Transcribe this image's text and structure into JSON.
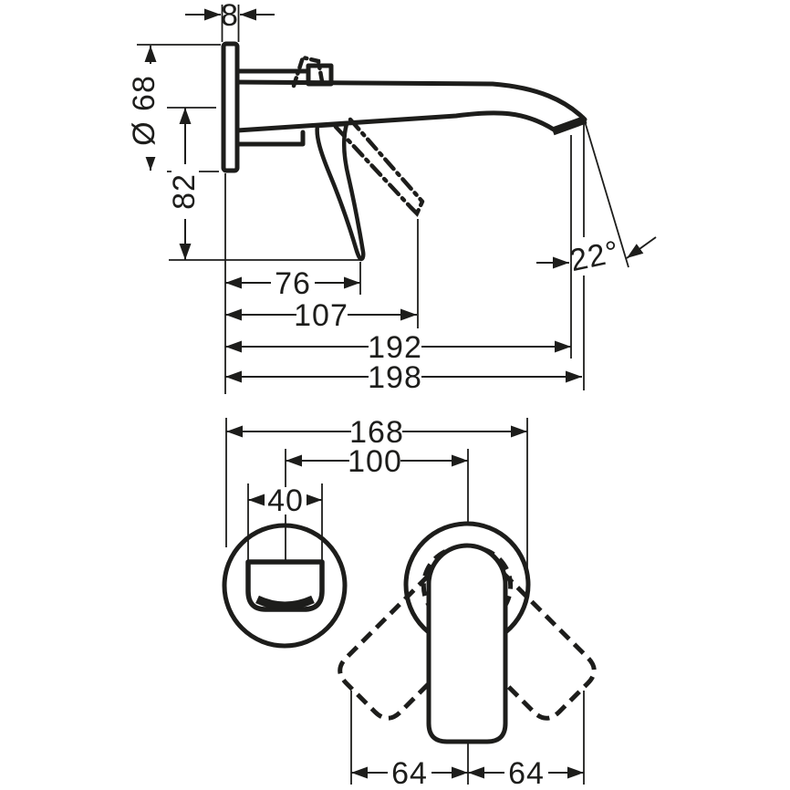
{
  "page": {
    "background": "#ffffff",
    "line_color": "#1d1d1b",
    "description": "Technical dimension drawing of a wall-mounted single-lever basin mixer, side elevation and bottom view"
  },
  "side_view": {
    "name": "side-elevation",
    "dims": {
      "plate_thickness": "8",
      "escutcheon_diameter": "Ø 68",
      "lever_drop": "82",
      "lever_projection": "76",
      "lever_open_projection": "107",
      "outlet_projection": "192",
      "total_projection": "198",
      "spout_angle": "22°"
    }
  },
  "bottom_view": {
    "name": "bottom-plan-view",
    "dims": {
      "overall_width": "168",
      "center_distance": "100",
      "spout_width": "40",
      "lever_swing_left": "64",
      "lever_swing_right": "64"
    }
  }
}
